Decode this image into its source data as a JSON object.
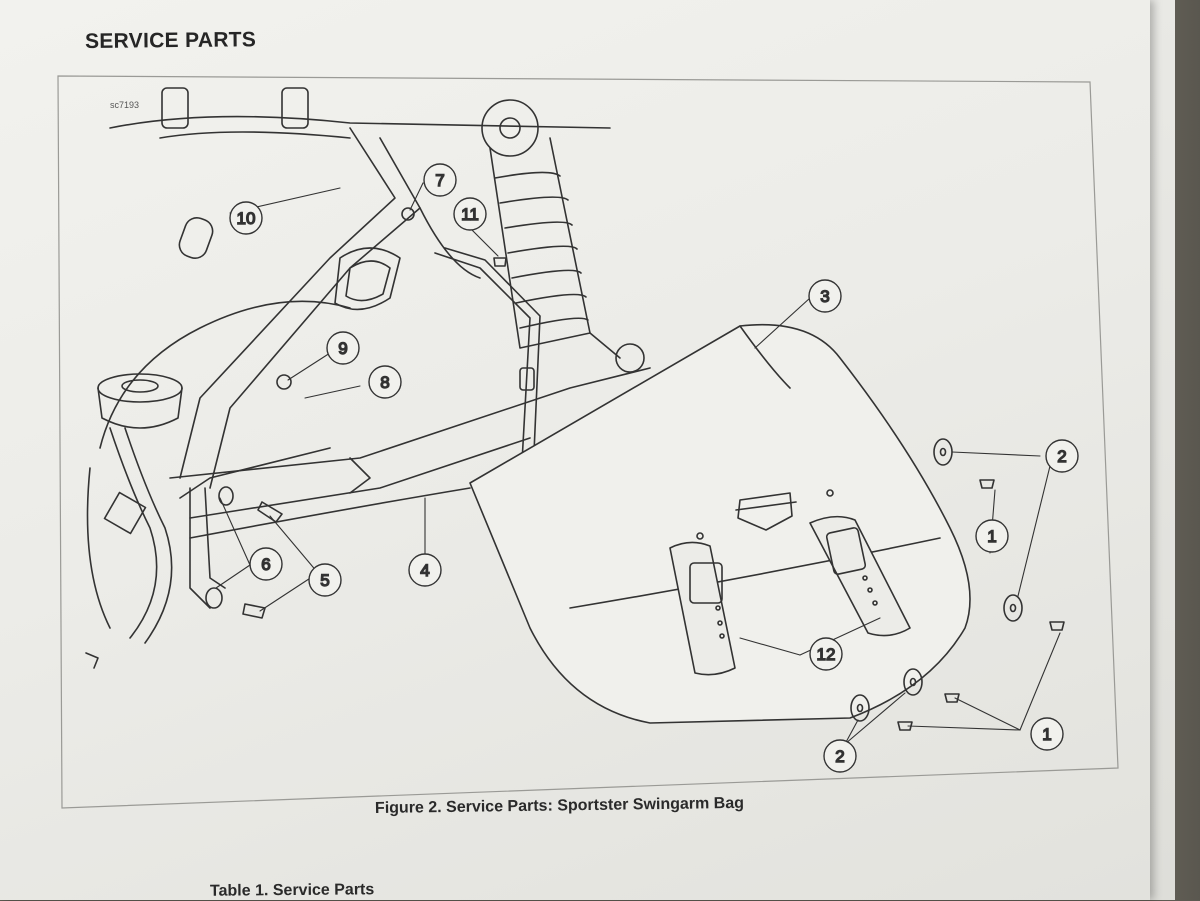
{
  "document": {
    "section_heading": "SERVICE PARTS",
    "figure_code": "sc7193",
    "figure_caption": "Figure 2. Service Parts: Sportster Swingarm Bag",
    "table_title": "Table 1. Service Parts"
  },
  "callouts": [
    {
      "id": "c1a",
      "label": "1"
    },
    {
      "id": "c1b",
      "label": "1"
    },
    {
      "id": "c2a",
      "label": "2"
    },
    {
      "id": "c2b",
      "label": "2"
    },
    {
      "id": "c3",
      "label": "3"
    },
    {
      "id": "c4",
      "label": "4"
    },
    {
      "id": "c5",
      "label": "5"
    },
    {
      "id": "c6",
      "label": "6"
    },
    {
      "id": "c7",
      "label": "7"
    },
    {
      "id": "c8",
      "label": "8"
    },
    {
      "id": "c9",
      "label": "9"
    },
    {
      "id": "c10",
      "label": "10"
    },
    {
      "id": "c11",
      "label": "11"
    },
    {
      "id": "c12",
      "label": "12"
    }
  ]
}
